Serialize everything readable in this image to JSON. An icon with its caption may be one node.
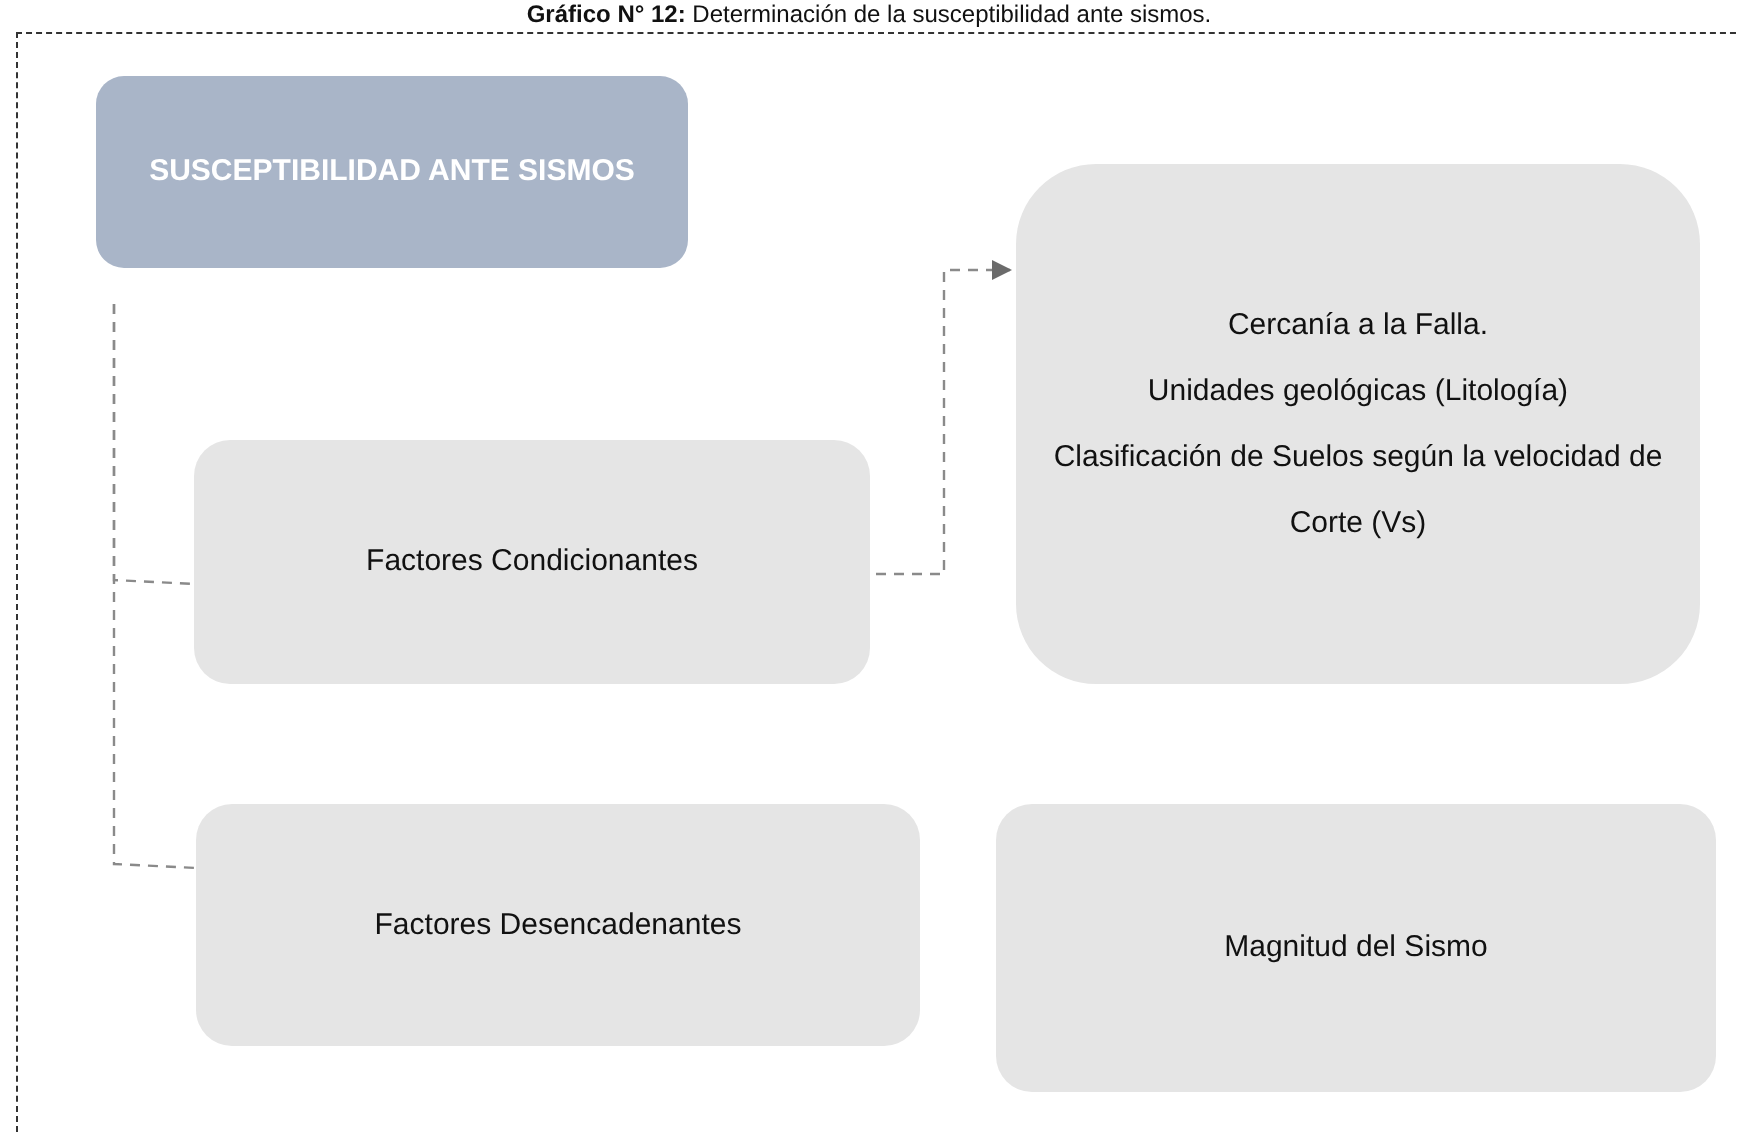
{
  "diagram": {
    "title": "**Gráfico N° 12:** Determinación de la susceptibilidad ante sismos.",
    "nodes": [
      {
        "text": [
          "SUSCEPTIBILIDAD ANTE SISMOS"
        ]
      },
      {
        "text": [
          "Factores Condicionantes"
        ]
      },
      {
        "text": [
          "Cercanía a la Falla.",
          "Unidades geológicas (Litología)",
          "Clasificación de Suelos según la velocidad de Corte (Vs)"
        ]
      },
      {
        "text": [
          "Factores Desencadenantes"
        ]
      },
      {
        "text": [
          "Magnitud del Sismo"
        ]
      }
    ],
    "edges": [
      {
        "from": 0,
        "to": 1,
        "arrow": "none",
        "style": "dashed"
      },
      {
        "from": 0,
        "to": 3,
        "arrow": "none",
        "style": "dashed"
      },
      {
        "from": 1,
        "to": 2,
        "arrow": "to",
        "style": "dashed"
      }
    ]
  }
}
